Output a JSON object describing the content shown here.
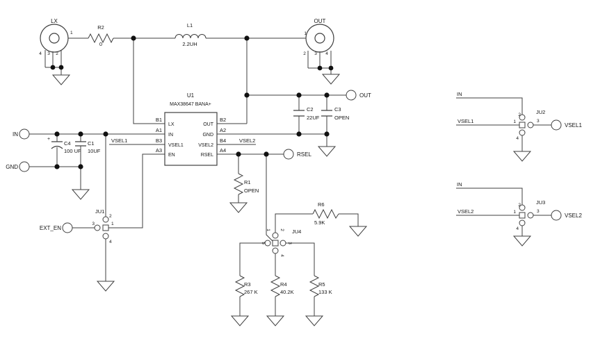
{
  "schematic": {
    "colors": {
      "background": "#ffffff",
      "line": "#3f3f3f",
      "text": "#141414"
    },
    "ic": {
      "ref": "U1",
      "part": "MAX38647 BANA+",
      "designators": {
        "b1": "B1",
        "a1": "A1",
        "b3": "B3",
        "a3": "A3",
        "b2": "B2",
        "a2": "A2",
        "b4": "B4",
        "a4": "A4"
      },
      "pin_names": {
        "lx": "LX",
        "in": "IN",
        "vsel1": "VSEL1",
        "en": "EN",
        "out": "OUT",
        "gnd": "GND",
        "vsel2": "VSEL2",
        "rsel": "RSEL"
      }
    },
    "connectors": {
      "lx": {
        "label": "LX",
        "p1": "1",
        "p2": "2",
        "p3": "3",
        "p4": "4"
      },
      "out": {
        "label": "OUT",
        "p1": "1",
        "p2": "2",
        "p3": "3",
        "p4": "4"
      }
    },
    "components": {
      "r2": {
        "ref": "R2",
        "value": "0"
      },
      "l1": {
        "ref": "L1",
        "value": "2.2UH"
      },
      "c4": {
        "ref": "C4",
        "value": "100 UF",
        "polarity": "+"
      },
      "c1": {
        "ref": "C1",
        "value": "10UF"
      },
      "c2": {
        "ref": "C2",
        "value": "22UF"
      },
      "c3": {
        "ref": "C3",
        "value": "OPEN"
      },
      "r1": {
        "ref": "R1",
        "value": "OPEN"
      },
      "r6": {
        "ref": "R6",
        "value": "5.9K"
      },
      "r3": {
        "ref": "R3",
        "value": "267 K"
      },
      "r4": {
        "ref": "R4",
        "value": "40.2K"
      },
      "r5": {
        "ref": "R5",
        "value": "133 K"
      }
    },
    "jumpers": {
      "ju1": {
        "ref": "JU1",
        "p1": "1",
        "p2": "2",
        "p3": "3",
        "p4": "4"
      },
      "ju2": {
        "ref": "JU2",
        "p1": "1",
        "p2": "2",
        "p3": "3",
        "p4": "4"
      },
      "ju3": {
        "ref": "JU3",
        "p1": "1",
        "p2": "2",
        "p3": "3",
        "p4": "4"
      },
      "ju4": {
        "ref": "JU4",
        "p1": "1",
        "p2": "2",
        "p3": "3",
        "p4": "4",
        "p5": "5"
      }
    },
    "terminals": {
      "in": "IN",
      "gnd": "GND",
      "ext_en": "EXT_EN",
      "out": "OUT",
      "rsel": "RSEL",
      "vsel1": "VSEL1",
      "vsel2": "VSEL2"
    },
    "net_labels": {
      "in": "IN",
      "vsel1": "VSEL1",
      "vsel2": "VSEL2"
    }
  }
}
